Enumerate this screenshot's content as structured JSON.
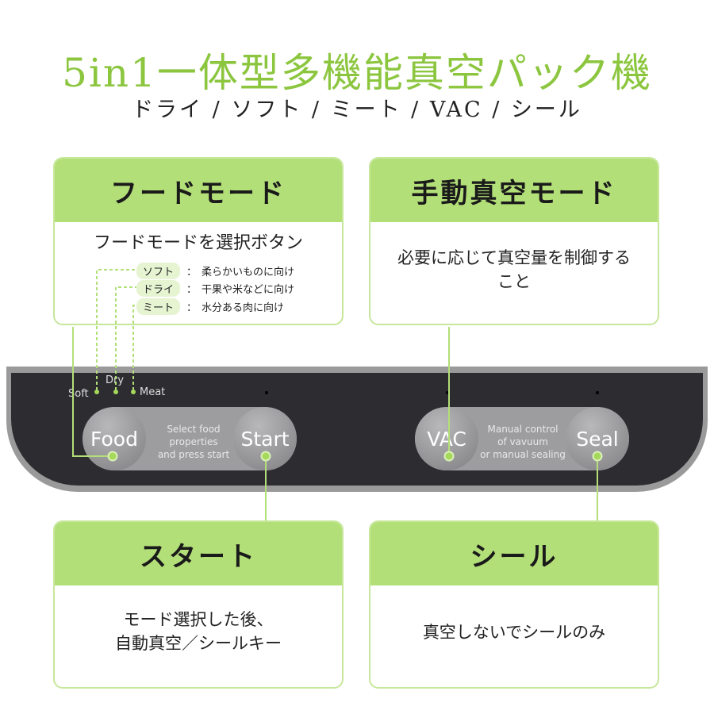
{
  "title": "5in1一体型多機能真空パック機",
  "subtitle": "ドライ / ソフト / ミート / VAC / シール",
  "cards": {
    "food_mode": {
      "header": "フードモード",
      "body": "フードモードを選択ボタン",
      "modes": [
        {
          "tag": "ソフト",
          "sep": "：",
          "desc": "柔らかいものに向け"
        },
        {
          "tag": "ドライ",
          "sep": "：",
          "desc": "干果や米などに向け"
        },
        {
          "tag": "ミート",
          "sep": "：",
          "desc": "水分ある肉に向け"
        }
      ]
    },
    "manual_vac": {
      "header": "手動真空モード",
      "body": "必要に応じて真空量を制御すること"
    },
    "start": {
      "header": "スタート",
      "body_line1": "モード選択した後、",
      "body_line2": "自動真空／シールキー"
    },
    "seal": {
      "header": "シール",
      "body": "真空しないでシールのみ"
    }
  },
  "panel": {
    "indicators": {
      "soft": "Soft",
      "dry": "Dry",
      "meat": "Meat"
    },
    "left_pill": {
      "food": "Food",
      "desc": [
        "Select food",
        "properties",
        "and press start"
      ],
      "start": "Start"
    },
    "right_pill": {
      "vac": "VAC",
      "desc": [
        "Manual control",
        "of vavuum",
        "or manual sealing"
      ],
      "seal": "Seal"
    }
  },
  "colors": {
    "accent": "#8cc63f",
    "header_bg": "#b3df78",
    "panel": "#2d2c31"
  }
}
